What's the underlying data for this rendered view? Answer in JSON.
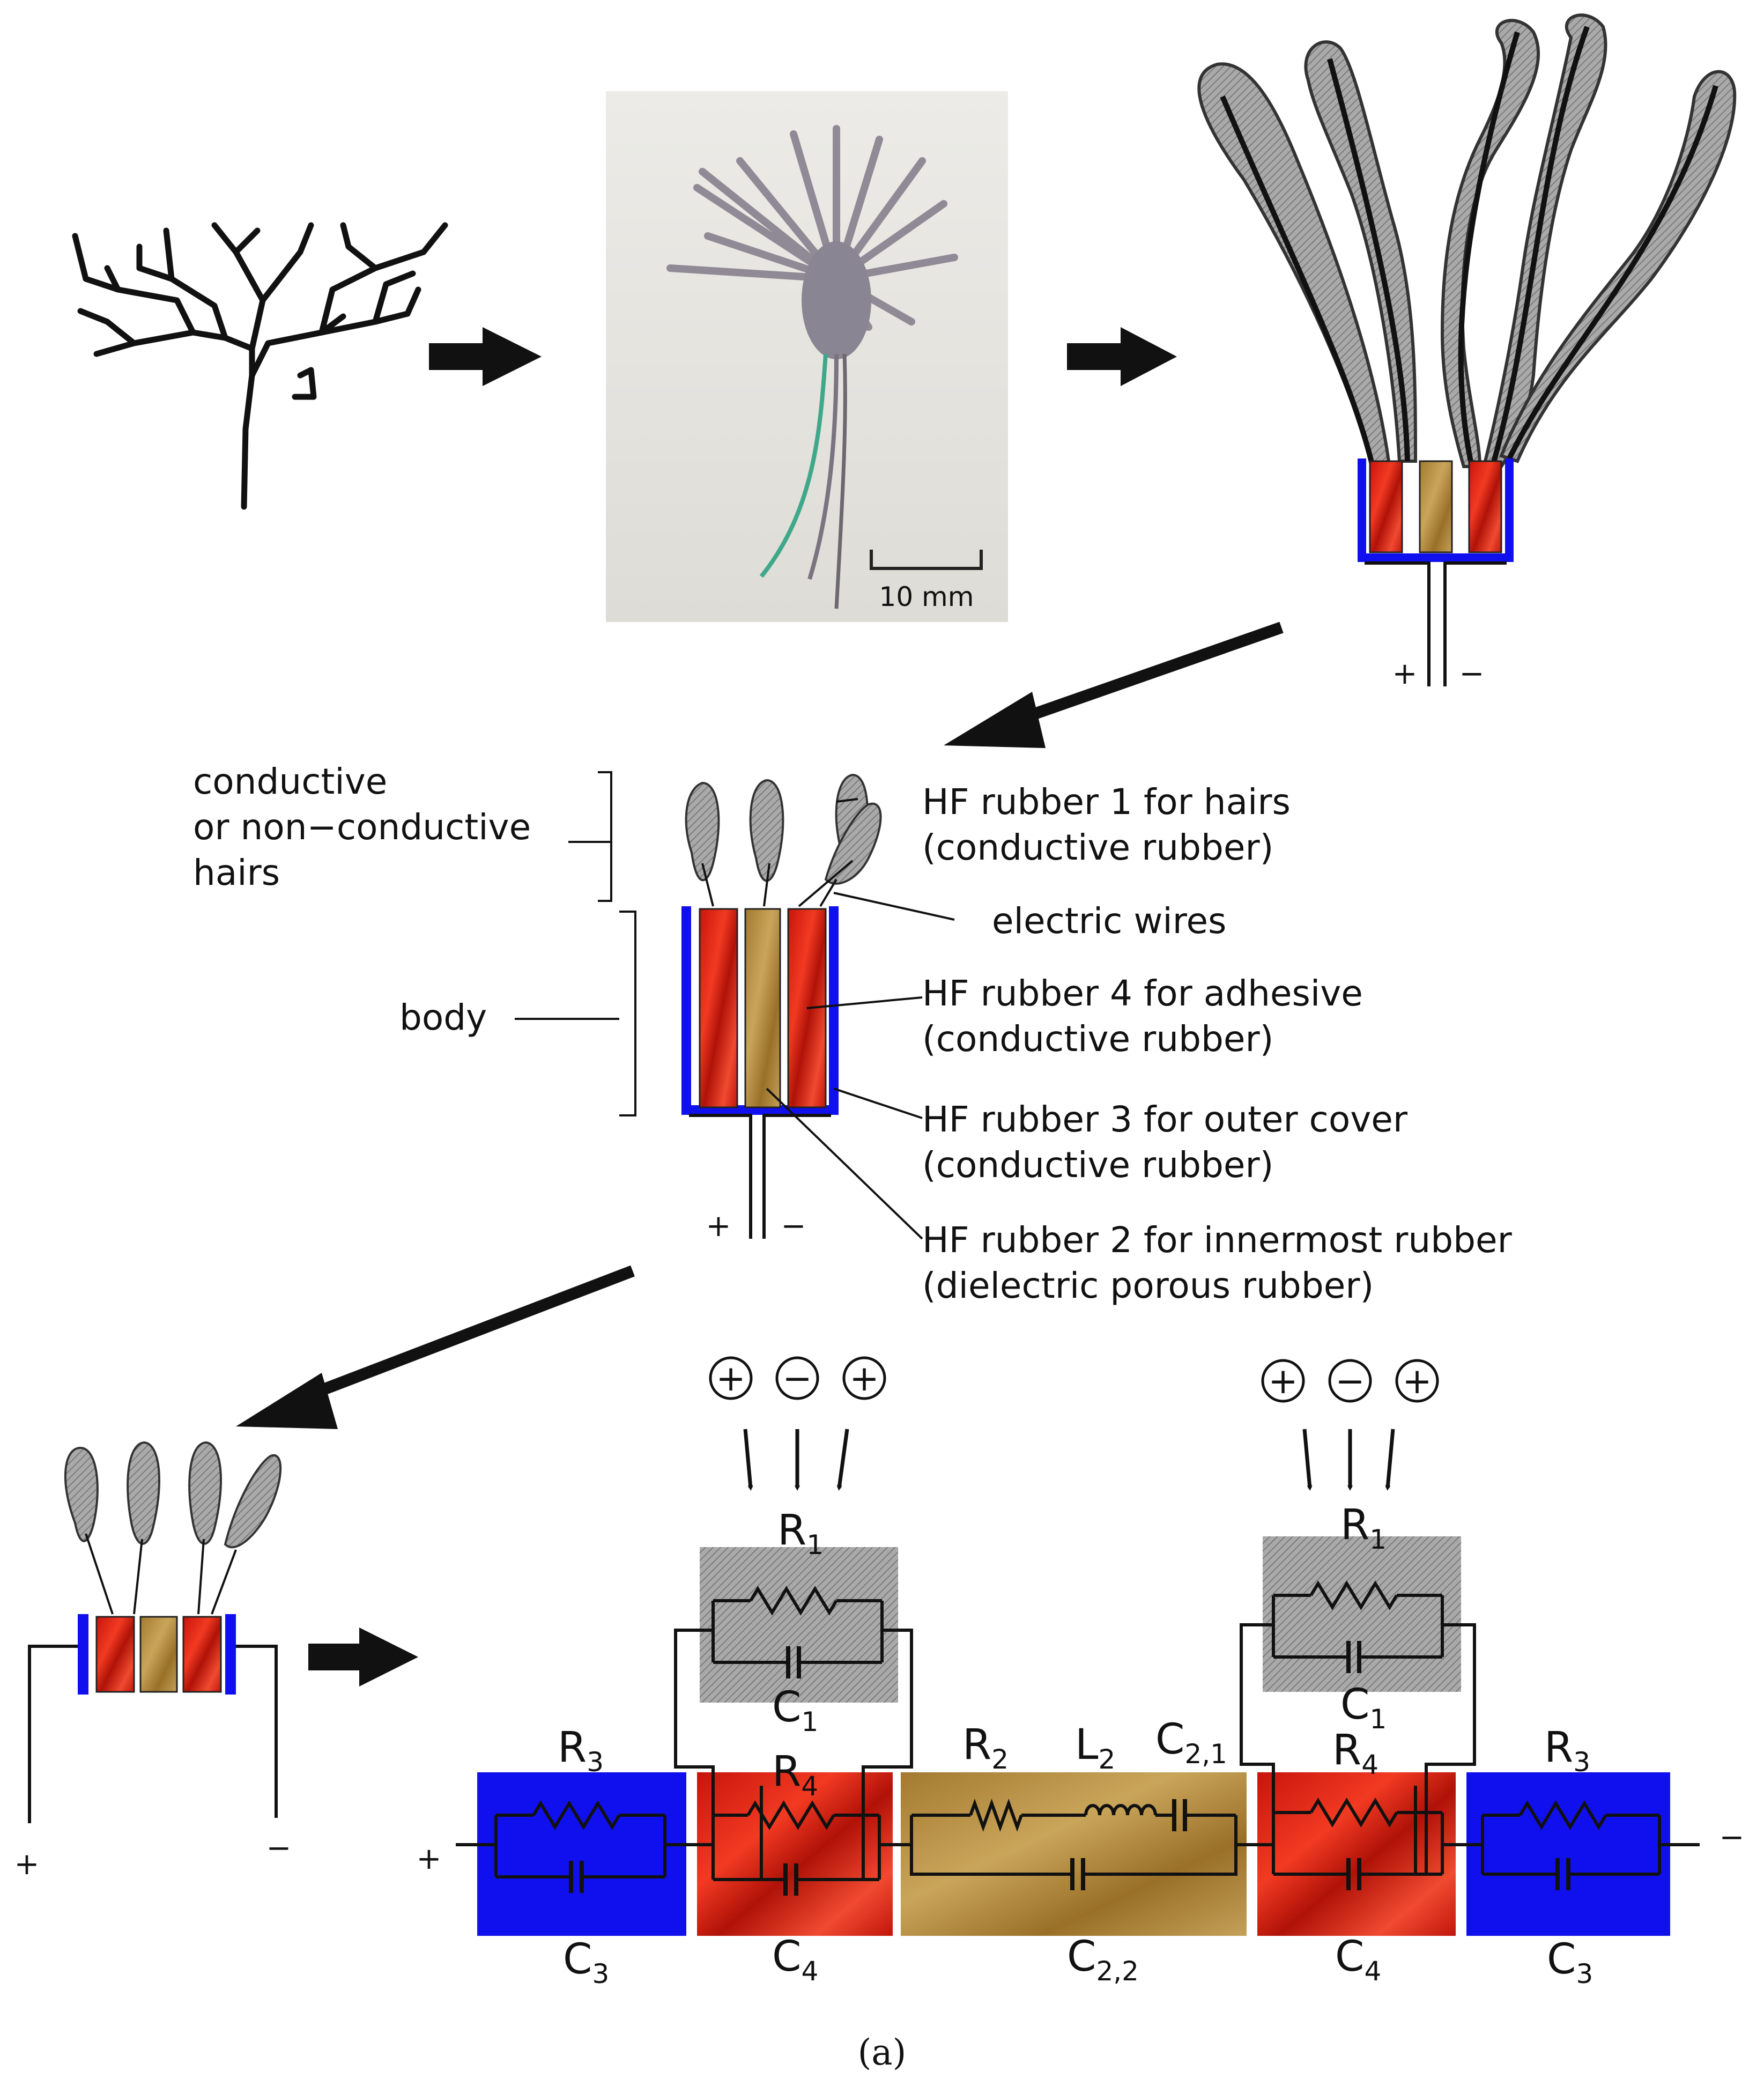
{
  "photo": {
    "scale_label": "10 mm"
  },
  "terminals": {
    "plus": "+",
    "minus": "−"
  },
  "labels": {
    "hairs": [
      "conductive",
      "or non−conductive",
      "hairs"
    ],
    "body": "body",
    "hf1": [
      "HF rubber 1 for hairs",
      "(conductive rubber)"
    ],
    "wires": "electric wires",
    "hf4": [
      "HF rubber 4 for adhesive",
      "(conductive rubber)"
    ],
    "hf3": [
      "HF rubber 3 for outer cover",
      "(conductive rubber)"
    ],
    "hf2": [
      "HF rubber 2 for innermost rubber",
      "(dielectric porous rubber)"
    ]
  },
  "charges": {
    "left": [
      "+",
      "−",
      "+"
    ],
    "right": [
      "+",
      "−",
      "+"
    ]
  },
  "circuit": {
    "R1": {
      "main": "R",
      "sub": "1"
    },
    "C1": {
      "main": "C",
      "sub": "1"
    },
    "R2": {
      "main": "R",
      "sub": "2"
    },
    "L2": {
      "main": "L",
      "sub": "2"
    },
    "C21": {
      "main": "C",
      "sub": "2,1"
    },
    "C22": {
      "main": "C",
      "sub": "2,2"
    },
    "R3": {
      "main": "R",
      "sub": "3"
    },
    "C3": {
      "main": "C",
      "sub": "3"
    },
    "R4": {
      "main": "R",
      "sub": "4"
    },
    "C4": {
      "main": "C",
      "sub": "4"
    }
  },
  "caption": "(a)",
  "colors": {
    "outer_cover": "#1010ee",
    "adhesive": "#e02010",
    "innermost": "#b08a3a",
    "hair": "#a4a4a4"
  }
}
